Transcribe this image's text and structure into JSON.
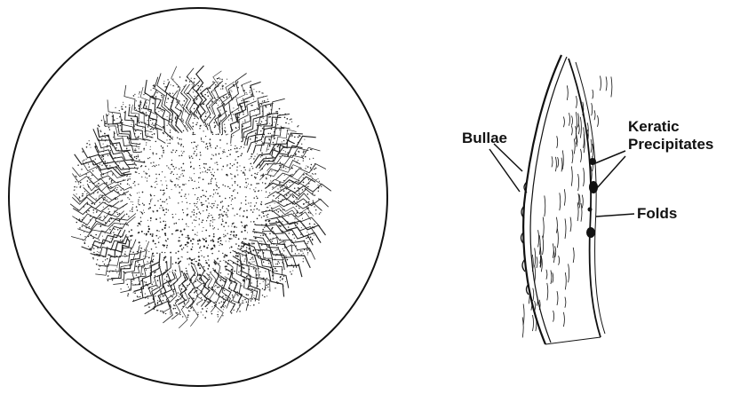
{
  "labels": {
    "bullae": "Bullae",
    "keratic_line1": "Keratic",
    "keratic_line2": "Precipitates",
    "folds": "Folds"
  },
  "colors": {
    "ink": "#111111",
    "background": "#ffffff"
  }
}
